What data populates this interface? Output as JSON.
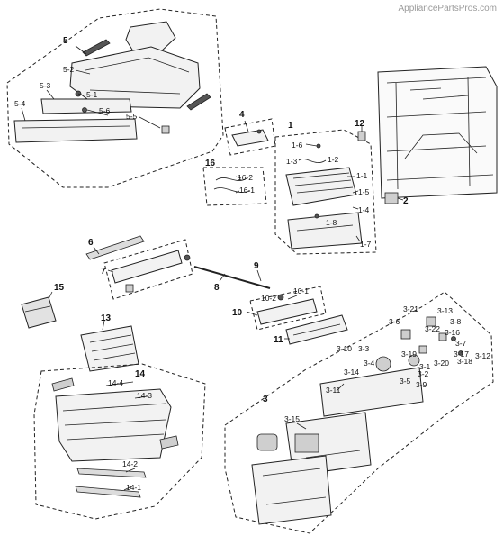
{
  "watermark": "AppliancePartsPros.com",
  "labels": {
    "l1": "1",
    "l1_1": "1-1",
    "l1_3": "1-3",
    "l1_2": "1-2",
    "l1_4": "1-4",
    "l1_5": "1-5",
    "l1_6": "1-6",
    "l1_7": "1-7",
    "l1_8": "1-8",
    "l2": "2",
    "l3": "3",
    "l3_1": "3-1",
    "l3_2": "3-2",
    "l3_3": "3-3",
    "l3_4": "3-4",
    "l3_5": "3-5",
    "l3_6": "3-6",
    "l3_7": "3-7",
    "l3_8": "3-8",
    "l3_9": "3-9",
    "l3_10": "3-10",
    "l3_11": "3-11",
    "l3_12": "3-12",
    "l3_13": "3-13",
    "l3_14": "3-14",
    "l3_15": "3-15",
    "l3_16": "3-16",
    "l3_17": "3-17",
    "l3_18": "3-18",
    "l3_19": "3-19",
    "l3_20": "3-20",
    "l3_21": "3-21",
    "l3_22": "3-22",
    "l4": "4",
    "l5": "5",
    "l5_1": "5-1",
    "l5_2": "5-2",
    "l5_3": "5-3",
    "l5_4": "5-4",
    "l5_5": "5-5",
    "l5_6": "5-6",
    "l6": "6",
    "l7": "7",
    "l8": "8",
    "l9": "9",
    "l10": "10",
    "l10_1": "10-1",
    "l10_2": "10-2",
    "l11": "11",
    "l12": "12",
    "l13": "13",
    "l14": "14",
    "l14_1": "14-1",
    "l14_2": "14-2",
    "l14_3": "14-3",
    "l14_4": "14-4",
    "l15": "15",
    "l16": "16",
    "l16_1": "16-1",
    "l16_2": "16-2"
  }
}
